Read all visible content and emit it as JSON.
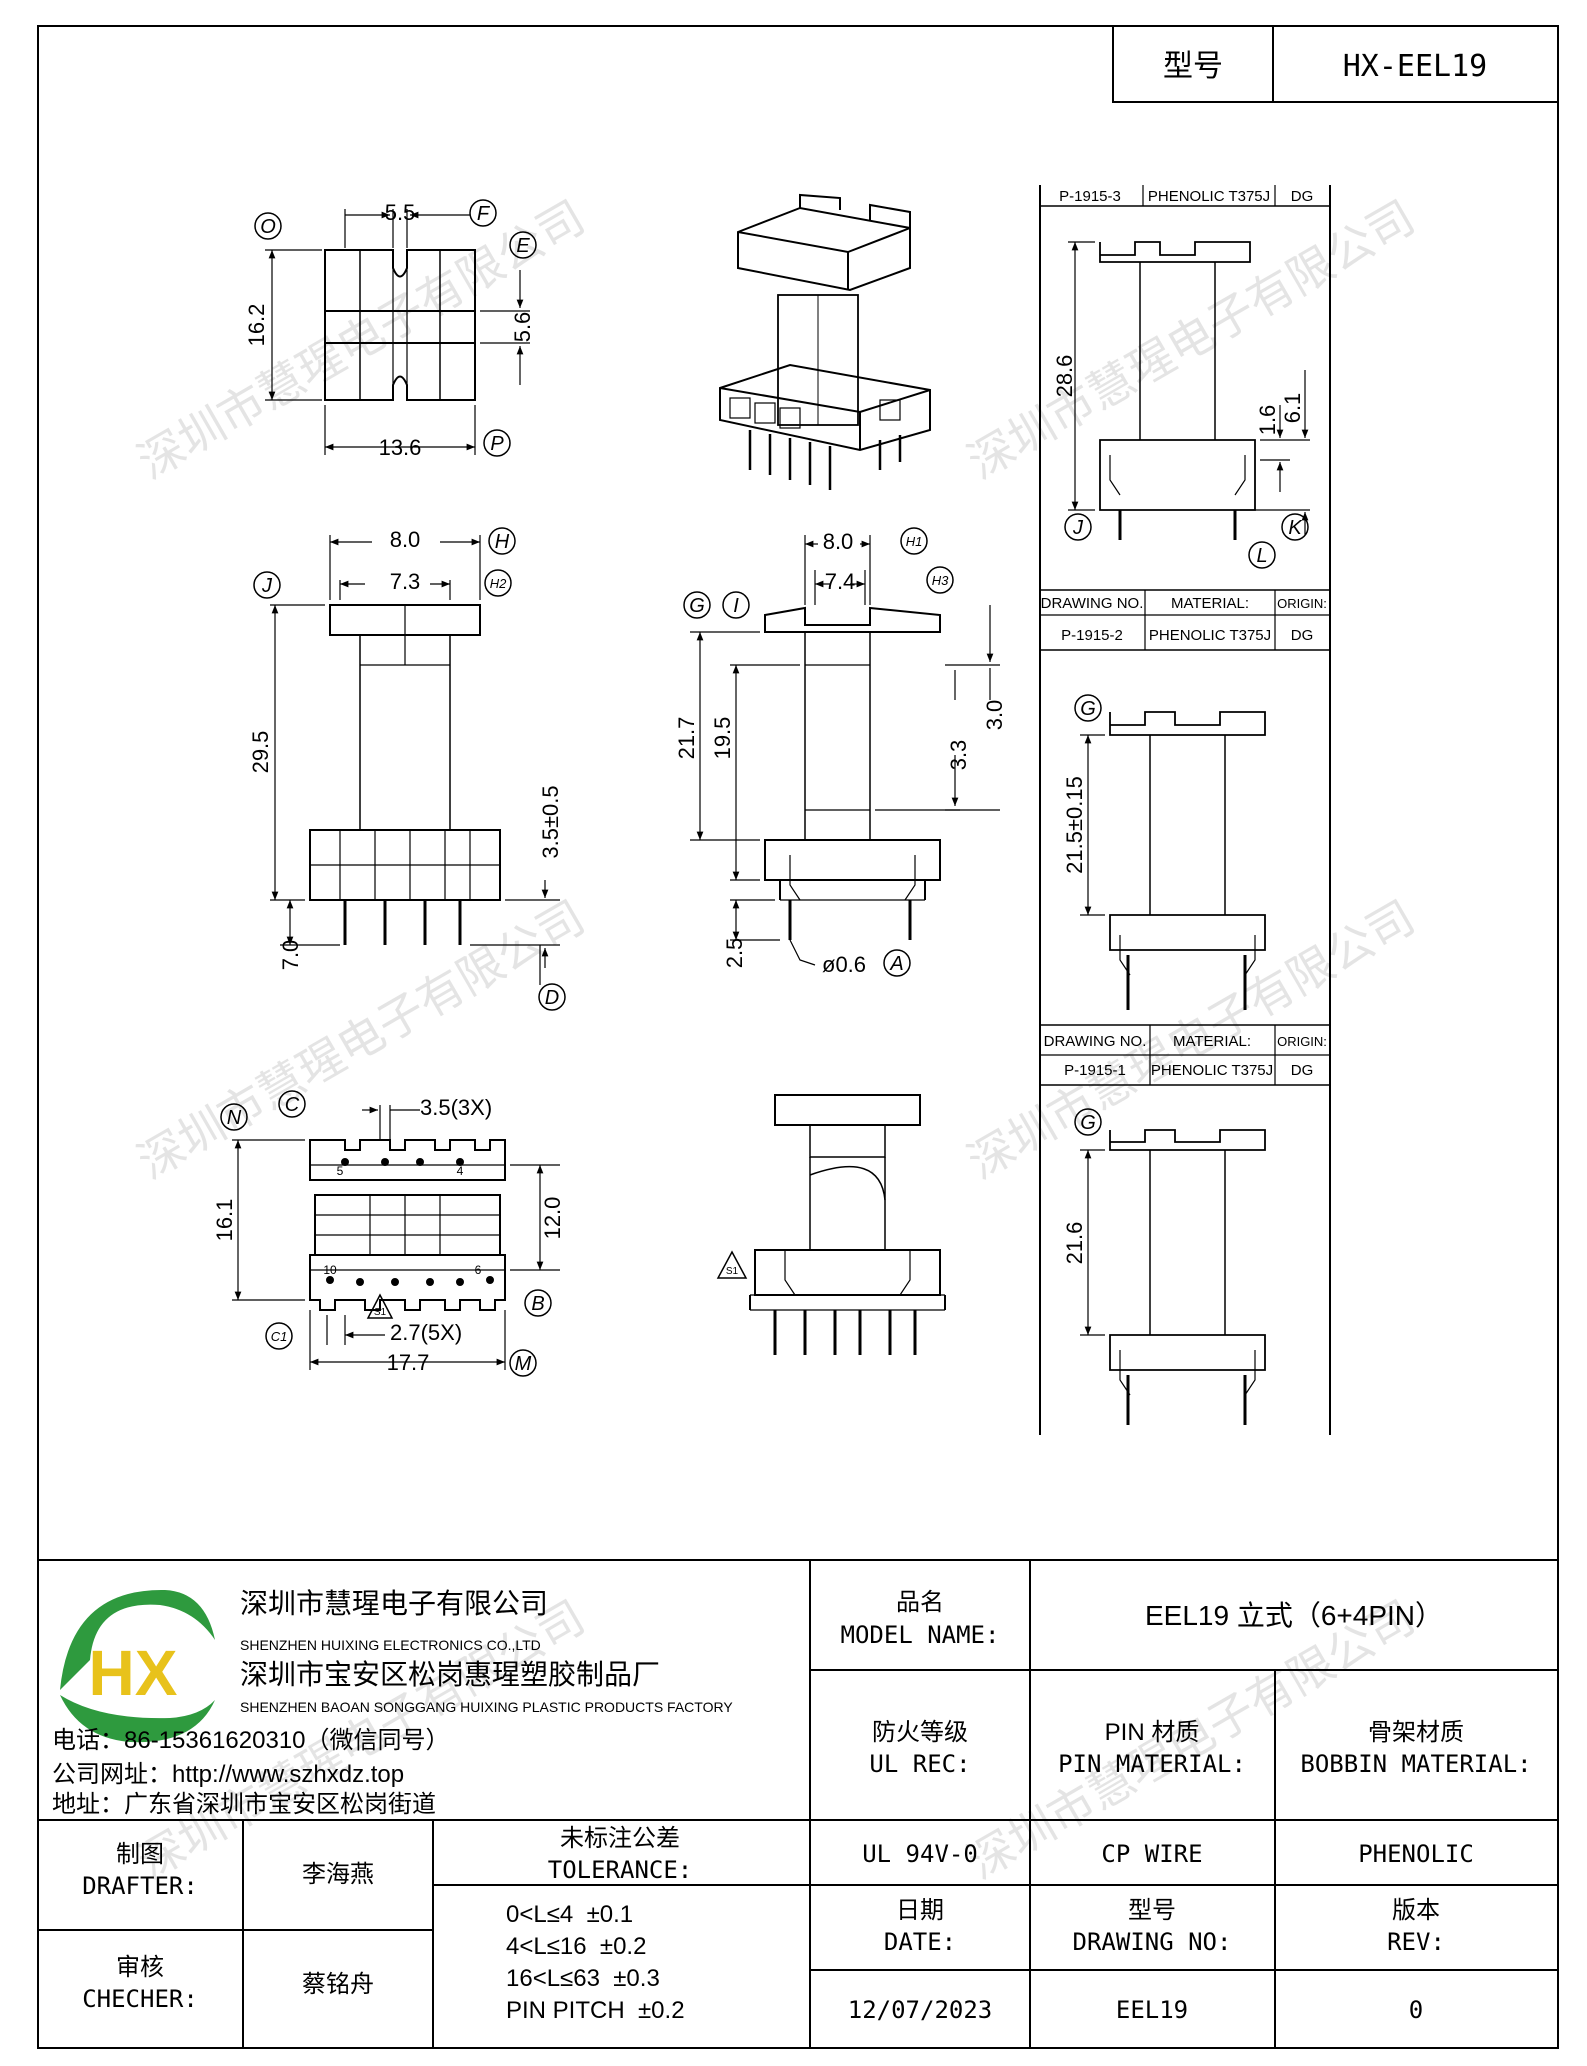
{
  "header": {
    "model_label": "型号",
    "model_value": "HX-EEL19"
  },
  "watermark": "深圳市慧瑆电子有限公司",
  "top_view": {
    "d_top": "5.5",
    "d_left": "16.2",
    "d_right": "5.6",
    "d_bottom": "13.6",
    "lbl_O": "O",
    "lbl_F": "F",
    "lbl_E": "E",
    "lbl_P": "P"
  },
  "front_view": {
    "d_top1": "8.0",
    "d_top2": "7.3",
    "d_height": "29.5",
    "d_right": "3.5±0.5",
    "d_pin": "7.0",
    "lbl_J": "J",
    "lbl_H": "H",
    "lbl_H2": "H2",
    "lbl_D": "D"
  },
  "side_view": {
    "d_top1": "8.0",
    "d_top2": "7.4",
    "d_h1": "21.7",
    "d_h2": "19.5",
    "d_r1": "3.0",
    "d_r2": "3.3",
    "d_pin": "2.5",
    "d_dia": "ø0.6",
    "lbl_G": "G",
    "lbl_I": "I",
    "lbl_H1": "H1",
    "lbl_H3": "H3",
    "lbl_A": "A"
  },
  "bottom_view": {
    "d_top": "3.5(3X)",
    "d_left": "16.1",
    "d_right": "12.0",
    "d_pitch": "2.7(5X)",
    "d_width": "17.7",
    "pin_nums_top": [
      "5",
      "4"
    ],
    "pin_nums_bottom": [
      "10",
      "6"
    ],
    "lbl_N": "N",
    "lbl_C": "C",
    "lbl_B": "B",
    "lbl_C1": "C1",
    "lbl_M": "M",
    "lbl_S1": "S1"
  },
  "variants": {
    "v3": {
      "code": "P-1915-3",
      "material": "PHENOLIC T375J",
      "origin": "DG",
      "d_height": "28.6",
      "d_a": "1.6",
      "d_b": "6.1",
      "lbl_J": "J",
      "lbl_K": "K",
      "lbl_L": "L"
    },
    "v2": {
      "head_no": "DRAWING NO.",
      "head_mat": "MATERIAL:",
      "head_origin": "ORIGIN:",
      "code": "P-1915-2",
      "material": "PHENOLIC T375J",
      "origin": "DG",
      "d_height": "21.5±0.15",
      "lbl_G": "G"
    },
    "v1": {
      "head_no": "DRAWING NO.",
      "head_mat": "MATERIAL:",
      "head_origin": "ORIGIN:",
      "code": "P-1915-1",
      "material": "PHENOLIC T375J",
      "origin": "DG",
      "d_height": "21.6",
      "lbl_G": "G"
    }
  },
  "title_block": {
    "company_cn1": "深圳市慧瑆电子有限公司",
    "company_en1": "SHENZHEN HUIXING ELECTRONICS CO.,LTD",
    "company_cn2": "深圳市宝安区松岗惠瑆塑胶制品厂",
    "company_en2": "SHENZHEN BAOAN SONGGANG HUIXING PLASTIC PRODUCTS FACTORY",
    "phone": "电话：86-15361620310（微信同号）",
    "website": "公司网址：http://www.szhxdz.top",
    "address": "地址：广东省深圳市宝安区松岗街道",
    "logo_text": "HX",
    "model_name_cn": "品名",
    "model_name_en": "MODEL NAME:",
    "model_name_value": "EEL19 立式（6+4PIN）",
    "ul_cn": "防火等级",
    "ul_en": "UL REC:",
    "pin_cn": "PIN 材质",
    "pin_en": "PIN MATERIAL:",
    "bobbin_cn": "骨架材质",
    "bobbin_en": "BOBBIN MATERIAL:",
    "ul_value": "UL 94V-0",
    "pin_value": "CP WIRE",
    "bobbin_value": "PHENOLIC",
    "drafter_cn": "制图",
    "drafter_en": "DRAFTER:",
    "drafter_name": "李海燕",
    "checker_cn": "审核",
    "checker_en": "CHECHER:",
    "checker_name": "蔡铭舟",
    "tol_cn": "未标注公差",
    "tol_en": "TOLERANCE:",
    "tolerances": [
      "0<L≤4  ±0.1",
      "4<L≤16  ±0.2",
      "16<L≤63  ±0.3",
      "PIN PITCH  ±0.2"
    ],
    "date_cn": "日期",
    "date_en": "DATE:",
    "date_value": "12/07/2023",
    "dwg_cn": "型号",
    "dwg_en": "DRAWING NO:",
    "dwg_value": "EEL19",
    "rev_cn": "版本",
    "rev_en": "REV:",
    "rev_value": "0"
  },
  "colors": {
    "logo_green": "#2e9a3e",
    "logo_yellow": "#e8c21b",
    "line": "#000000"
  }
}
